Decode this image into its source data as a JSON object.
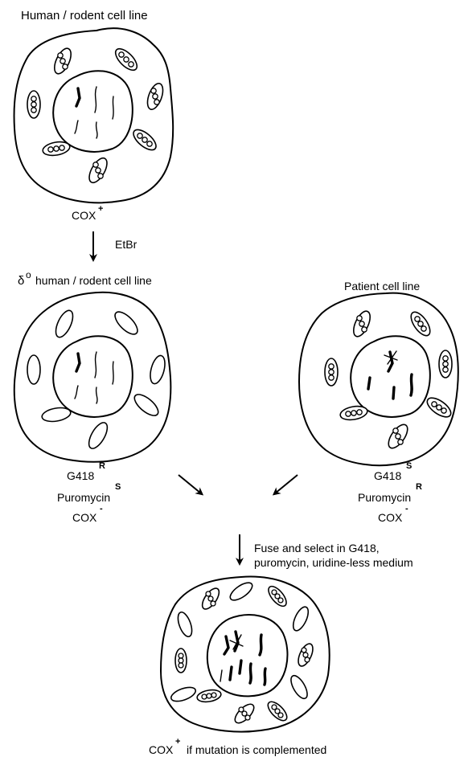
{
  "title_top": "Human / rodent cell line",
  "cox_top": {
    "text": "COX",
    "sup": "+"
  },
  "step1_label": "EtBr",
  "rho0": {
    "symbol": "δ",
    "sup": "o",
    "text": "human / rodent cell line"
  },
  "patient_label": "Patient cell line",
  "rho0_markers": {
    "g418": {
      "text": "G418",
      "sup": "R"
    },
    "puro": {
      "text": "Puromycin",
      "sup": "S"
    },
    "cox": {
      "text": "COX",
      "sup": "-"
    }
  },
  "patient_markers": {
    "g418": {
      "text": "G418",
      "sup": "S"
    },
    "puro": {
      "text": "Puromycin",
      "sup": "R"
    },
    "cox": {
      "text": "COX",
      "sup": "-"
    }
  },
  "fuse_label_line1": "Fuse and select in G418,",
  "fuse_label_line2": "puromycin, uridine-less medium",
  "final": {
    "text": "COX",
    "sup": "+",
    "tail": "if mutation is complemented"
  }
}
